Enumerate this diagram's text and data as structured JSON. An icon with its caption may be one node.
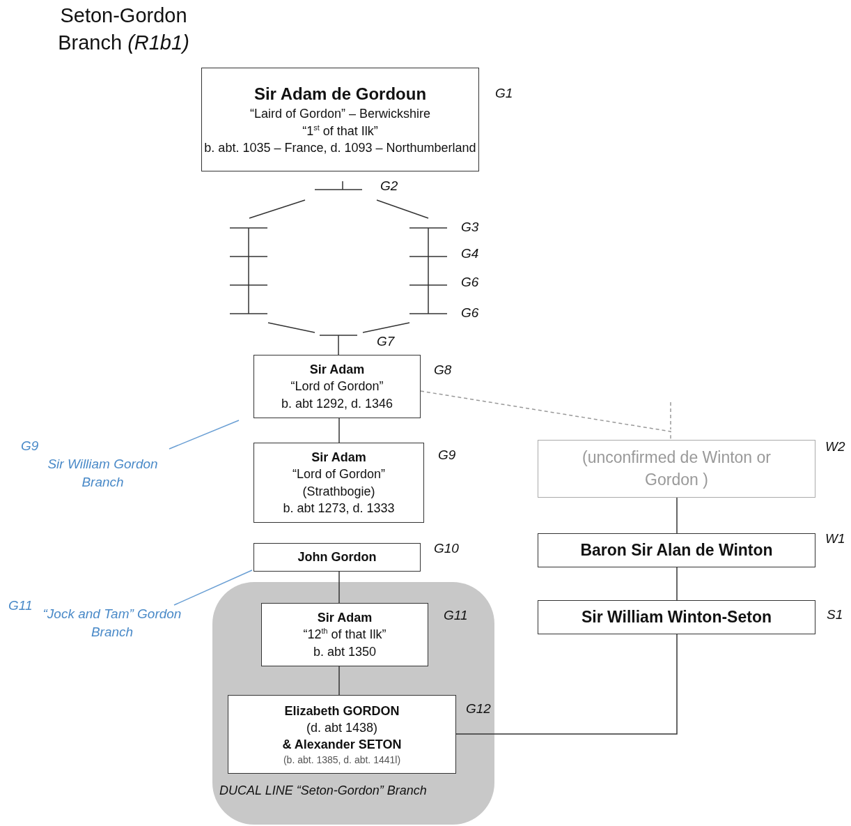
{
  "diagram": {
    "title": "Seton-Gordon Branch *(R1b1)*",
    "nodes": [
      {
        "text": [
          "Sir Adam de Gordoun",
          "“Laird of Gordon” – Berwickshire",
          "“1$^{st}$ of that Ilk”",
          "b. abt. 1035 – France, d. 1093 – Northumberland"
        ],
        "beside": [
          "G1"
        ]
      },
      {
        "text": [
          "Sir Adam",
          "“Lord of Gordon”",
          "b. abt 1292, d. 1346"
        ],
        "beside": [
          "G8"
        ]
      },
      {
        "text": [
          "Sir Adam",
          "“Lord of Gordon”",
          "(Strathbogie)",
          "b. abt 1273, d. 1333"
        ],
        "beside": [
          "G9"
        ]
      },
      {
        "text": [
          "John Gordon"
        ],
        "beside": [
          "G10"
        ]
      },
      {
        "text": [
          "DUCAL LINE “Seton-Gordon” Branch"
        ]
      },
      {
        "text": [
          "Sir Adam",
          "“12$^{th}$ of that Ilk”",
          "b. abt 1350"
        ],
        "in": 4,
        "beside": [
          "G11"
        ]
      },
      {
        "text": [
          "Elizabeth GORDON",
          "(d. abt 1438)",
          "& Alexander SETON",
          "(b. abt. 1385, d. abt. 1441l)"
        ],
        "in": 4,
        "beside": [
          "G12"
        ]
      },
      {
        "text": [
          "(unconfirmed de Winton or Gordon )"
        ],
        "beside": [
          "W2"
        ]
      },
      {
        "text": [
          "Baron Sir Alan de Winton"
        ],
        "beside": [
          "W1"
        ]
      },
      {
        "text": [
          "Sir William Winton-Seton"
        ],
        "beside": [
          "S1"
        ]
      },
      {
        "text": [
          "Sir William Gordon Branch"
        ],
        "beside": [
          "G9"
        ]
      },
      {
        "text": [
          "“Jock and Tam” Gordon Branch"
        ],
        "beside": [
          "G11"
        ]
      }
    ],
    "edges": [
      {
        "from": 1,
        "to": 2,
        "arrow": "none"
      },
      {
        "from": 3,
        "to": 5,
        "arrow": "none"
      },
      {
        "from": 5,
        "to": 6,
        "arrow": "none"
      },
      {
        "from": 7,
        "to": 8,
        "arrow": "none"
      },
      {
        "from": 8,
        "to": 9,
        "arrow": "none"
      },
      {
        "from": 9,
        "to": 6,
        "arrow": "none"
      },
      {
        "from": 1,
        "to": 7,
        "arrow": "none",
        "style": "dashed",
        "color": "#999999"
      },
      {
        "from": 10,
        "to": null,
        "arrow": "none",
        "color": "#6a9fd4"
      },
      {
        "from": 11,
        "to": 3,
        "arrow": "none",
        "color": "#6a9fd4"
      }
    ],
    "labels": [
      "G2",
      "G3",
      "G4",
      "G6",
      "G6",
      "G7"
    ]
  }
}
